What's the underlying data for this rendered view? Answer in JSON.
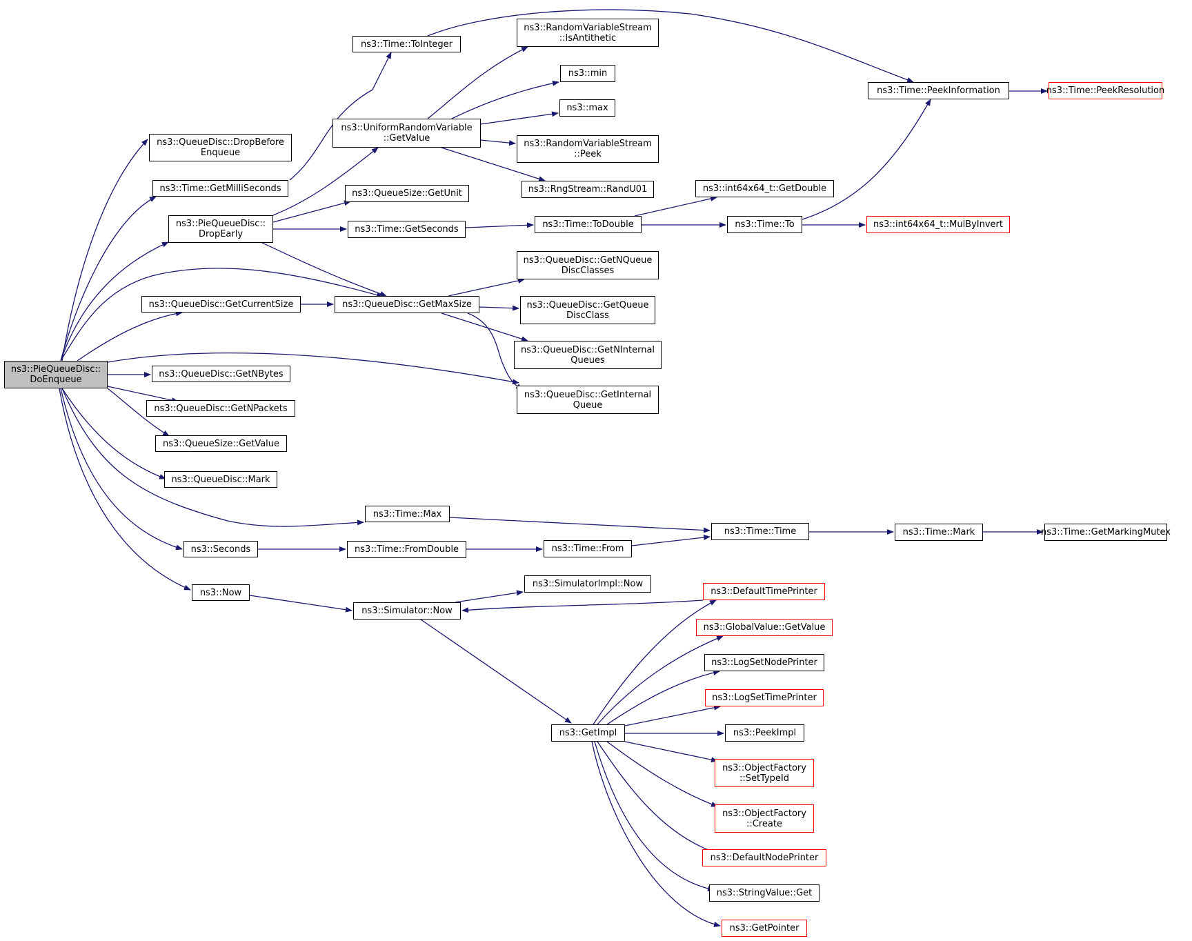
{
  "colors": {
    "edge": "#191970",
    "border": "#000000",
    "border_truncated": "#ff0000",
    "root_fill": "#bfbfbf"
  },
  "nodes": {
    "root": "ns3::PieQueueDisc::\nDoEnqueue",
    "drop_before_enqueue": "ns3::QueueDisc::DropBefore\nEnqueue",
    "get_milli_seconds": "ns3::Time::GetMilliSeconds",
    "drop_early": "ns3::PieQueueDisc::\nDropEarly",
    "get_current_size": "ns3::QueueDisc::GetCurrentSize",
    "get_n_bytes": "ns3::QueueDisc::GetNBytes",
    "get_n_packets": "ns3::QueueDisc::GetNPackets",
    "qs_get_value": "ns3::QueueSize::GetValue",
    "qd_mark": "ns3::QueueDisc::Mark",
    "time_max": "ns3::Time::Max",
    "seconds": "ns3::Seconds",
    "now": "ns3::Now",
    "to_integer": "ns3::Time::ToInteger",
    "urv_get_value": "ns3::UniformRandomVariable\n::GetValue",
    "get_unit": "ns3::QueueSize::GetUnit",
    "get_seconds": "ns3::Time::GetSeconds",
    "get_max_size": "ns3::QueueDisc::GetMaxSize",
    "from_double": "ns3::Time::FromDouble",
    "simulator_now": "ns3::Simulator::Now",
    "is_antithetic": "ns3::RandomVariableStream\n::IsAntithetic",
    "min": "ns3::min",
    "max": "ns3::max",
    "rvs_peek": "ns3::RandomVariableStream\n::Peek",
    "rand_u01": "ns3::RngStream::RandU01",
    "to_double": "ns3::Time::ToDouble",
    "get_n_queue_disc_classes": "ns3::QueueDisc::GetNQueue\nDiscClasses",
    "get_queue_disc_class": "ns3::QueueDisc::GetQueue\nDiscClass",
    "get_n_internal_queues": "ns3::QueueDisc::GetNInternal\nQueues",
    "get_internal_queue": "ns3::QueueDisc::GetInternal\nQueue",
    "time_from": "ns3::Time::From",
    "simulator_impl_now": "ns3::SimulatorImpl::Now",
    "get_impl": "ns3::GetImpl",
    "get_double": "ns3::int64x64_t::GetDouble",
    "time_to": "ns3::Time::To",
    "time_time": "ns3::Time::Time",
    "default_time_printer": "ns3::DefaultTimePrinter",
    "global_value_get_value": "ns3::GlobalValue::GetValue",
    "log_set_node_printer": "ns3::LogSetNodePrinter",
    "log_set_time_printer": "ns3::LogSetTimePrinter",
    "peek_impl": "ns3::PeekImpl",
    "set_type_id": "ns3::ObjectFactory\n::SetTypeId",
    "of_create": "ns3::ObjectFactory\n::Create",
    "default_node_printer": "ns3::DefaultNodePrinter",
    "string_value_get": "ns3::StringValue::Get",
    "get_pointer": "ns3::GetPointer",
    "peek_information": "ns3::Time::PeekInformation",
    "mul_by_invert": "ns3::int64x64_t::MulByInvert",
    "time_mark": "ns3::Time::Mark",
    "peek_resolution": "ns3::Time::PeekResolution",
    "get_marking_mutex": "ns3::Time::GetMarkingMutex"
  }
}
